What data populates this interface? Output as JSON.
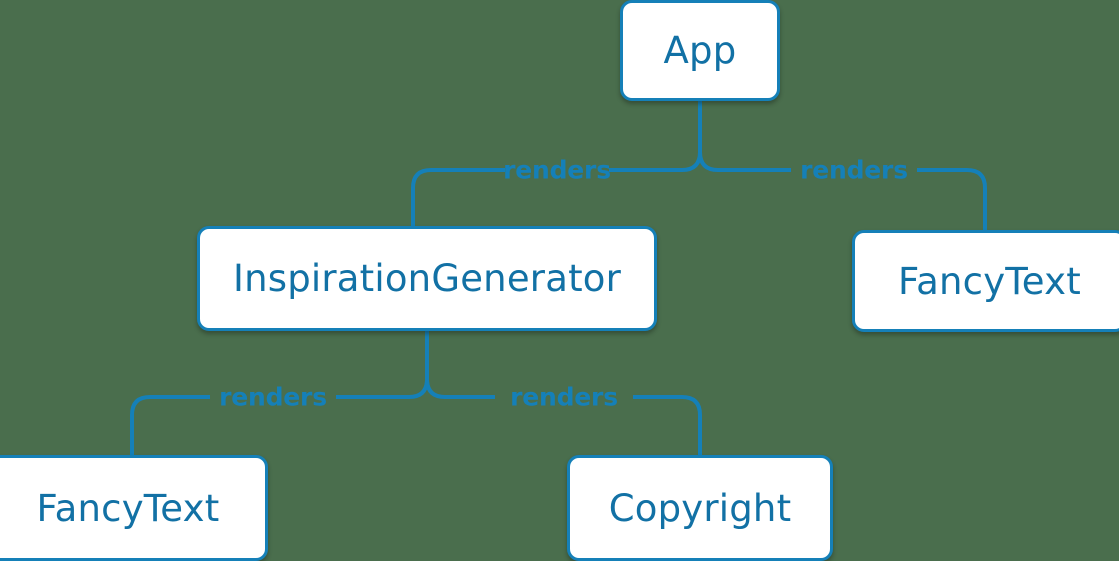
{
  "diagram": {
    "type": "component-tree",
    "background_color": "#4a6e4d",
    "node_border_color": "#1580b8",
    "node_text_color": "#1271a5",
    "edge_color": "#1580b8",
    "edge_label_color": "#1580b8",
    "nodes": [
      {
        "id": "app",
        "label": "App"
      },
      {
        "id": "inspiration-generator",
        "label": "InspirationGenerator"
      },
      {
        "id": "fancytext-right",
        "label": "FancyText"
      },
      {
        "id": "fancytext-left",
        "label": "FancyText"
      },
      {
        "id": "copyright",
        "label": "Copyright"
      }
    ],
    "edges": [
      {
        "from": "app",
        "to": "inspiration-generator",
        "label": "renders"
      },
      {
        "from": "app",
        "to": "fancytext-right",
        "label": "renders"
      },
      {
        "from": "inspiration-generator",
        "to": "fancytext-left",
        "label": "renders"
      },
      {
        "from": "inspiration-generator",
        "to": "copyright",
        "label": "renders"
      }
    ]
  }
}
